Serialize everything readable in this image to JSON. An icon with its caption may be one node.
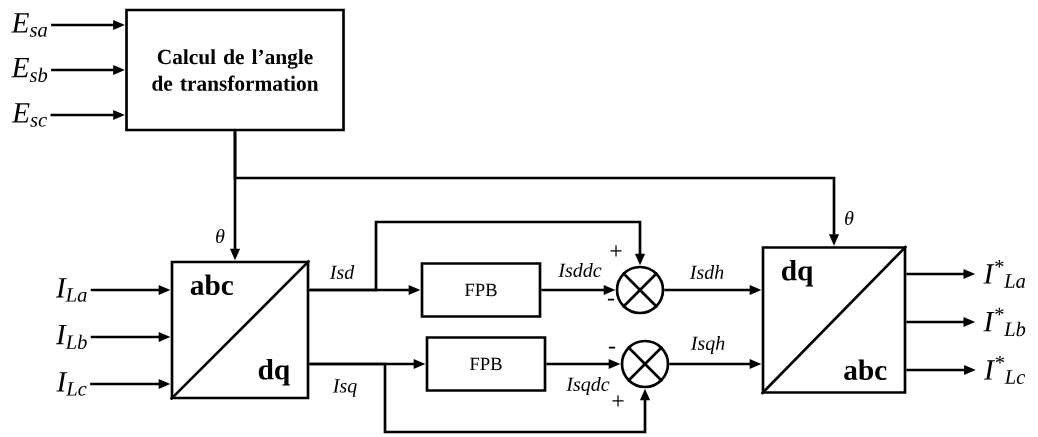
{
  "diagram": {
    "nodes": [
      {
        "text": [
          "E$_{sa}$"
        ]
      },
      {
        "text": [
          "E$_{sb}$"
        ]
      },
      {
        "text": [
          "E$_{sc}$"
        ]
      },
      {
        "text": [
          "Calcul de l’angle de transformation"
        ]
      },
      {
        "text": [
          "abc",
          "dq"
        ]
      },
      {
        "text": [
          "FPB"
        ]
      },
      {
        "text": [
          "FPB"
        ]
      },
      {
        "text": [],
        "shape": "circle"
      },
      {
        "text": [],
        "shape": "circle"
      },
      {
        "text": [
          "dq",
          "abc"
        ]
      },
      {
        "text": [
          "I$_{La}$"
        ]
      },
      {
        "text": [
          "I$_{Lb}$"
        ]
      },
      {
        "text": [
          "I$_{Lc}$"
        ]
      },
      {
        "text": [
          "I$^{*}$$_{La}$"
        ]
      },
      {
        "text": [
          "I$^{*}$$_{Lb}$"
        ]
      },
      {
        "text": [
          "I$^{*}$$_{Lc}$"
        ]
      }
    ],
    "edges": [
      {
        "from": 0,
        "to": 3,
        "arrow": "to"
      },
      {
        "from": 1,
        "to": 3,
        "arrow": "to"
      },
      {
        "from": 2,
        "to": 3,
        "arrow": "to"
      },
      {
        "from": 3,
        "to": 4,
        "arrow": "to",
        "label": "θ"
      },
      {
        "from": 3,
        "to": 9,
        "arrow": "to",
        "label": "θ"
      },
      {
        "from": 10,
        "to": 4,
        "arrow": "to"
      },
      {
        "from": 11,
        "to": 4,
        "arrow": "to"
      },
      {
        "from": 12,
        "to": 4,
        "arrow": "to"
      },
      {
        "from": 4,
        "to": 5,
        "arrow": "to",
        "label": "Isd"
      },
      {
        "from": 4,
        "to": 7,
        "arrow": "to"
      },
      {
        "from": 5,
        "to": 7,
        "arrow": "to",
        "label": "Isddc"
      },
      {
        "from": 7,
        "to": 9,
        "arrow": "to",
        "label": "Isdh"
      },
      {
        "from": 4,
        "to": 6,
        "arrow": "to",
        "label": "Isq"
      },
      {
        "from": 4,
        "to": 8,
        "arrow": "to"
      },
      {
        "from": 6,
        "to": 8,
        "arrow": "to",
        "label": "Isqdc"
      },
      {
        "from": 8,
        "to": 9,
        "arrow": "to",
        "label": "Isqh"
      },
      {
        "from": 9,
        "to": 13,
        "arrow": "to"
      },
      {
        "from": 9,
        "to": 14,
        "arrow": "to"
      },
      {
        "from": 9,
        "to": 15,
        "arrow": "to"
      }
    ],
    "labels": [
      "+",
      "-",
      "-",
      "+"
    ]
  }
}
